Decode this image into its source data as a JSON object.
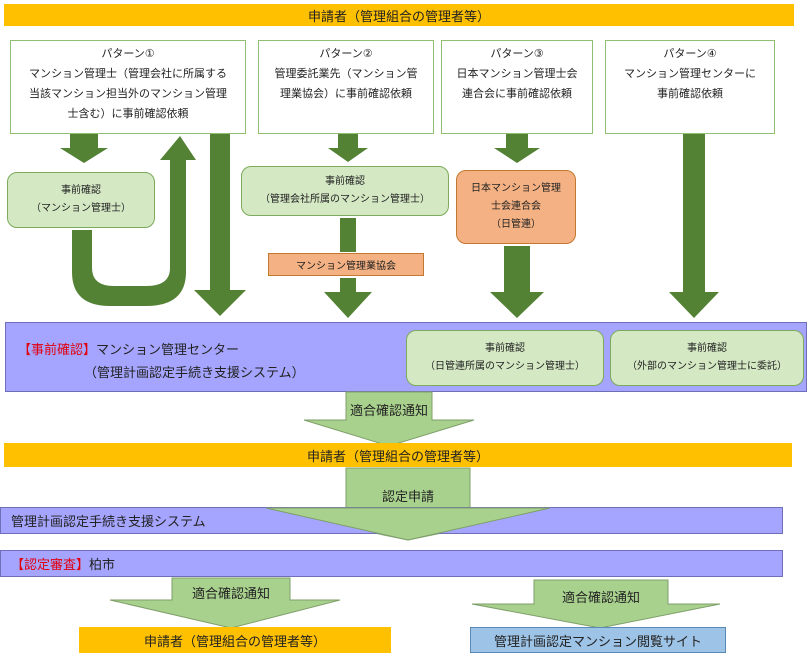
{
  "top_applicant": "申請者（管理組合の管理者等）",
  "patterns": [
    {
      "title": "パターン①",
      "lines": [
        "マンション管理士（管理会社に所属する",
        "当該マンション担当外のマンション管理",
        "士含む）に事前確認依頼"
      ]
    },
    {
      "title": "パターン②",
      "lines": [
        "管理委託業先（マンション管",
        "理業協会）に事前確認依頼"
      ]
    },
    {
      "title": "パターン③",
      "lines": [
        "日本マンション管理士会",
        "連合会に事前確認依頼"
      ]
    },
    {
      "title": "パターン④",
      "lines": [
        "マンション管理センターに",
        "事前確認依頼"
      ]
    }
  ],
  "checks": {
    "p1": [
      "事前確認",
      "（マンション管理士）"
    ],
    "p2": [
      "事前確認",
      "（管理会社所属のマンション管理士）"
    ],
    "p3": [
      "日本マンション管理",
      "士会連合会",
      "（日管連）"
    ],
    "p2_assoc": "マンション管理業協会"
  },
  "center": {
    "bracket": "【事前確認】",
    "name": "マンション管理センター",
    "system": "（管理計画認定手続き支援システム）",
    "sub1": [
      "事前確認",
      "（日管連所属のマンション管理士）"
    ],
    "sub2": [
      "事前確認",
      "（外部のマンション管理士に委託）"
    ]
  },
  "arrows": {
    "notice1": "適合確認通知",
    "apply": "認定申請",
    "notice2": "適合確認通知",
    "notice3": "適合確認通知"
  },
  "applicant2": "申請者（管理組合の管理者等）",
  "system_bar": "管理計画認定手続き支援システム",
  "review": {
    "bracket": "【認定審査】",
    "city": "柏市"
  },
  "applicant3": "申請者（管理組合の管理者等）",
  "site": "管理計画認定マンション閲覧サイト",
  "colors": {
    "arrow": "#548235",
    "light_arrow": "#a9d18e",
    "orange": "#ffc000",
    "violet": "#a5a5ff",
    "red": "#e0000f"
  }
}
